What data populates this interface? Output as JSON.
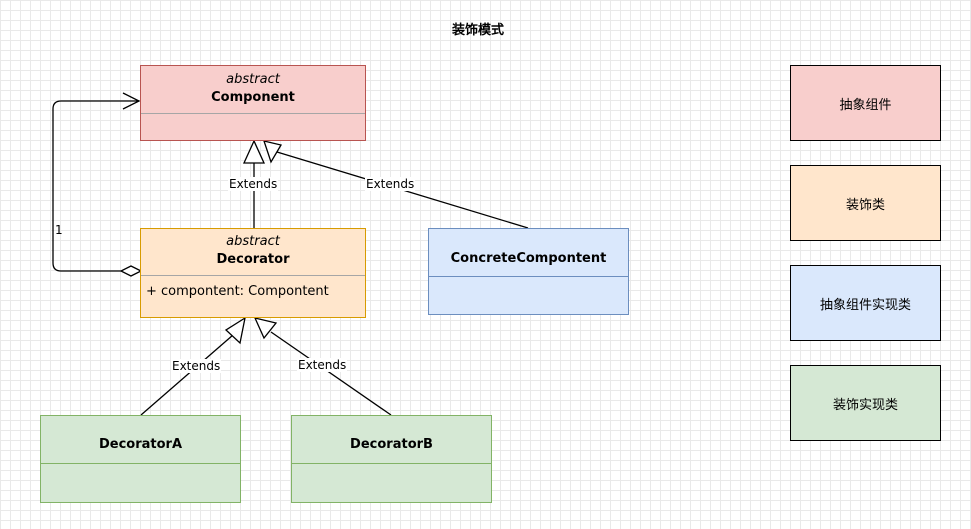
{
  "title": "装饰模式",
  "classes": {
    "component": {
      "stereotype": "abstract",
      "name": "Component"
    },
    "decorator": {
      "stereotype": "abstract",
      "name": "Decorator",
      "attribute": "+ compontent: Compontent"
    },
    "concrete": {
      "name": "ConcreteCompontent"
    },
    "decorator_a": {
      "name": "DecoratorA"
    },
    "decorator_b": {
      "name": "DecoratorB"
    }
  },
  "edges": {
    "decorator_extends": "Extends",
    "concrete_extends": "Extends",
    "decorator_a_extends": "Extends",
    "decorator_b_extends": "Extends",
    "aggregation_multiplicity": "1"
  },
  "legend": {
    "abstract_component": "抽象组件",
    "decorator_class": "装饰类",
    "component_impl": "抽象组件实现类",
    "decorator_impl": "装饰实现类"
  },
  "colors": {
    "red_fill": "#f8cecc",
    "red_stroke": "#b85450",
    "orange_fill": "#ffe6cc",
    "orange_stroke": "#d79b00",
    "blue_fill": "#dae8fc",
    "blue_stroke": "#6c8ebf",
    "green_fill": "#d5e8d4",
    "green_stroke": "#82b366"
  }
}
